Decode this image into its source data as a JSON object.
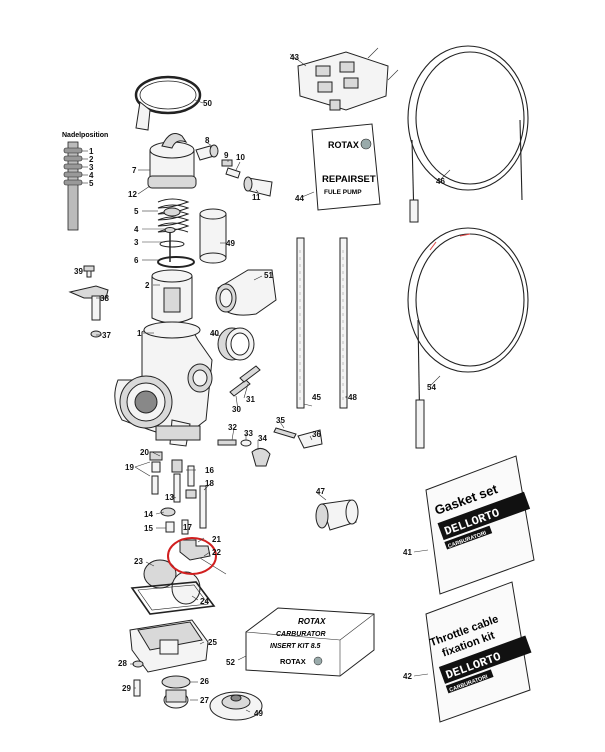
{
  "needle_position": {
    "title": "Nadelposition",
    "marks": [
      "1",
      "2",
      "3",
      "4",
      "5"
    ]
  },
  "callouts": {
    "c1": "1",
    "c2": "2",
    "c3": "3",
    "c4": "4",
    "c5": "5",
    "c6": "6",
    "c7": "7",
    "c8": "8",
    "c9": "9",
    "c10": "10",
    "c11": "11",
    "c12": "12",
    "c13": "13",
    "c14": "14",
    "c15": "15",
    "c16": "16",
    "c17": "17",
    "c18": "18",
    "c19": "19",
    "c20": "20",
    "c21": "21",
    "c22": "22",
    "c23": "23",
    "c24": "24",
    "c25": "25",
    "c26": "26",
    "c27": "27",
    "c28": "28",
    "c29": "29",
    "c30": "30",
    "c31": "31",
    "c32": "32",
    "c33": "33",
    "c34": "34",
    "c35": "35",
    "c36": "36",
    "c37": "37",
    "c38": "38",
    "c39": "39",
    "c40": "40",
    "c41": "41",
    "c42": "42",
    "c43": "43",
    "c44": "44",
    "c45": "45",
    "c46": "46",
    "c47": "47",
    "c48": "48",
    "c49a": "49",
    "c49b": "49",
    "c50": "50",
    "c51": "51",
    "c52": "52",
    "c54": "54"
  },
  "repairset_card": {
    "brand": "ROTAX",
    "title": "REPAIRSET",
    "subtitle": "FULE PUMP"
  },
  "carburator_box": {
    "brand_top": "ROTAX",
    "line1": "CARBURATOR",
    "line2": "INSERT KIT 8.5",
    "brand_bottom": "ROTAX"
  },
  "gasket_bag": {
    "title": "Gasket set",
    "brand": "DELLORTO",
    "label": "CARBURATORI"
  },
  "throttle_bag": {
    "title_line1": "Throttle cable",
    "title_line2": "fixation kit",
    "brand": "DELLORTO",
    "label": "CARBURATORI"
  },
  "colors": {
    "highlight_circle": "#d11f1f",
    "ink": "#222222"
  }
}
